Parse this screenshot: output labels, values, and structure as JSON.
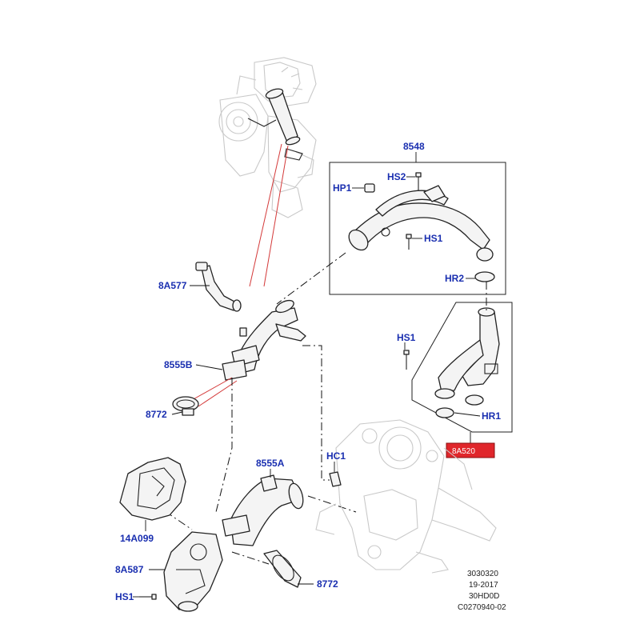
{
  "callouts": {
    "c8548": "8548",
    "hs2": "HS2",
    "hp1": "HP1",
    "hs1_upper": "HS1",
    "hr2": "HR2",
    "c8a577": "8A577",
    "c8555b": "8555B",
    "c8772_upper": "8772",
    "hs1_mid": "HS1",
    "hr1": "HR1",
    "c8a520": "8A520",
    "hc1": "HC1",
    "c8555a": "8555A",
    "c14a099": "14A099",
    "c8a587": "8A587",
    "c8772_lower": "8772",
    "hs1_lower": "HS1"
  },
  "reference": {
    "line1": "3030320",
    "line2": "19-2017",
    "line3": "30HD0D",
    "line4": "C0270940-02"
  },
  "colors": {
    "callout_text": "#1a2fb0",
    "highlight_box": "#e0262b",
    "leader_red": "#d43a3a"
  }
}
